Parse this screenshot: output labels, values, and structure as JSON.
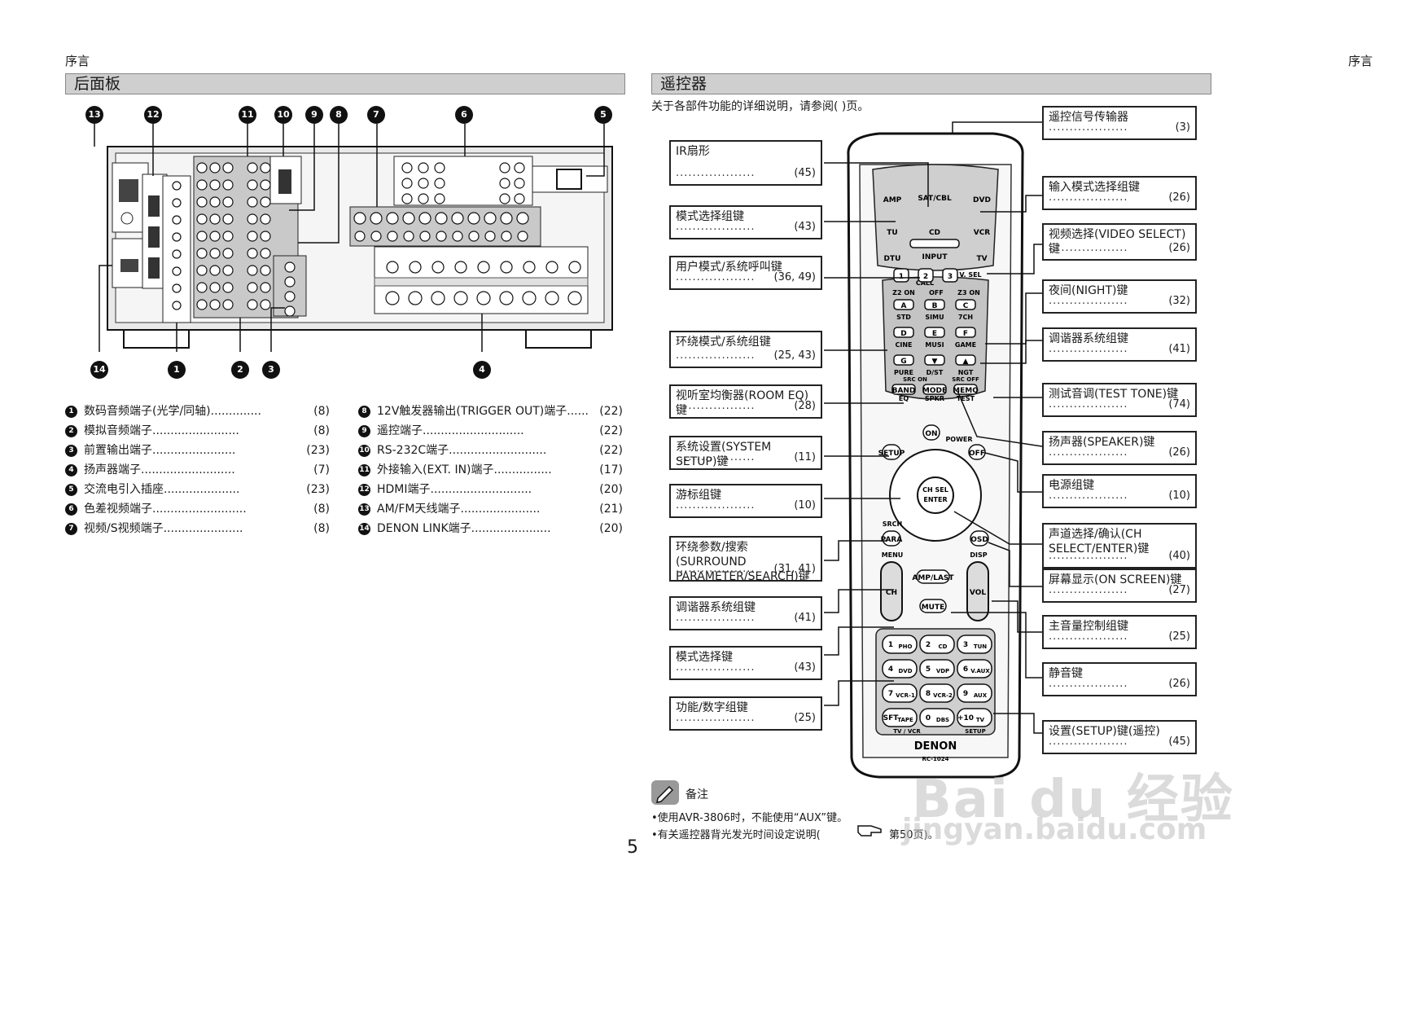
{
  "header": {
    "left_tag": "序言",
    "right_tag": "序言"
  },
  "left_section": {
    "title": "后面板",
    "badges_top": [
      "13",
      "12",
      "11",
      "10",
      "9",
      "8",
      "7",
      "6",
      "5"
    ],
    "badges_bottom": [
      "14",
      "1",
      "2",
      "3",
      "4"
    ],
    "legend_left": [
      {
        "num": "1",
        "label": "数码音频端子(光学/同轴)",
        "dots": "..............",
        "page": "(8)"
      },
      {
        "num": "2",
        "label": "模拟音频端子",
        "dots": "........................",
        "page": "(8)"
      },
      {
        "num": "3",
        "label": "前置输出端子",
        "dots": ".......................",
        "page": "(23)"
      },
      {
        "num": "4",
        "label": "扬声器端子",
        "dots": "..........................",
        "page": "(7)"
      },
      {
        "num": "5",
        "label": "交流电引入插座",
        "dots": ".....................",
        "page": "(23)"
      },
      {
        "num": "6",
        "label": "色差视频端子",
        "dots": "..........................",
        "page": "(8)"
      },
      {
        "num": "7",
        "label": "视频/S视频端子",
        "dots": "......................",
        "page": "(8)"
      }
    ],
    "legend_right": [
      {
        "num": "8",
        "label": "12V触发器输出(TRIGGER OUT)端子",
        "dots": "......",
        "page": "(22)"
      },
      {
        "num": "9",
        "label": "遥控端子",
        "dots": "............................",
        "page": "(22)"
      },
      {
        "num": "10",
        "label": "RS-232C端子",
        "dots": "...........................",
        "page": "(22)"
      },
      {
        "num": "11",
        "label": "外接输入(EXT. IN)端子",
        "dots": "................",
        "page": "(17)"
      },
      {
        "num": "12",
        "label": "HDMI端子",
        "dots": "............................",
        "page": "(20)"
      },
      {
        "num": "13",
        "label": "AM/FM天线端子",
        "dots": "......................",
        "page": "(21)"
      },
      {
        "num": "14",
        "label": "DENON LINK端子",
        "dots": "......................",
        "page": "(20)"
      }
    ]
  },
  "right_section": {
    "title": "遥控器",
    "intro": "关于各部件功能的详细说明，请参阅(    )页。",
    "callouts_left": [
      {
        "label": "IR扇形",
        "page": "(45)"
      },
      {
        "label": "模式选择组键",
        "page": "(43)"
      },
      {
        "label": "用户模式/系统呼叫键",
        "page": "(36, 49)"
      },
      {
        "label": "环绕模式/系统组键",
        "page": "(25, 43)"
      },
      {
        "label": "视听室均衡器(ROOM EQ)键",
        "page": "(28)"
      },
      {
        "label": "系统设置(SYSTEM SETUP)键",
        "page": "(11)"
      },
      {
        "label": "游标组键",
        "page": "(10)"
      },
      {
        "label": "环绕参数/搜索(SURROUND PARAMETER/SEARCH)键",
        "page": "(31, 41)"
      },
      {
        "label": "调谐器系统组键",
        "page": "(41)"
      },
      {
        "label": "模式选择键",
        "page": "(43)"
      },
      {
        "label": "功能/数字组键",
        "page": "(25)"
      }
    ],
    "callouts_right": [
      {
        "label": "遥控信号传输器",
        "page": "(3)"
      },
      {
        "label": "输入模式选择组键",
        "page": "(26)"
      },
      {
        "label": "视频选择(VIDEO SELECT)键",
        "page": "(26)"
      },
      {
        "label": "夜间(NIGHT)键",
        "page": "(32)"
      },
      {
        "label": "调谐器系统组键",
        "page": "(41)"
      },
      {
        "label": "测试音调(TEST TONE)键",
        "page": "(74)"
      },
      {
        "label": "扬声器(SPEAKER)键",
        "page": "(26)"
      },
      {
        "label": "电源组键",
        "page": "(10)"
      },
      {
        "label": "声道选择/确认(CH SELECT/ENTER)键",
        "page": "(40)"
      },
      {
        "label": "屏幕显示(ON SCREEN)键",
        "page": "(27)"
      },
      {
        "label": "主音量控制组键",
        "page": "(25)"
      },
      {
        "label": "静音键",
        "page": "(26)"
      },
      {
        "label": "设置(SETUP)键(遥控)",
        "page": "(45)"
      }
    ],
    "remote": {
      "brand": "DENON",
      "model": "RC-1024",
      "mode_keys": [
        "AMP",
        "SAT/CBL",
        "DVD",
        "TU",
        "CD",
        "VCR",
        "DTU",
        "INPUT",
        "TV"
      ],
      "call_label": "CALL",
      "call_keys": [
        "1",
        "2",
        "3"
      ],
      "vsel": "V. SEL",
      "zone_labels": [
        "Z2 ON",
        "OFF",
        "Z3 ON"
      ],
      "surround_keys": [
        {
          "k": "A",
          "l": "STD"
        },
        {
          "k": "B",
          "l": "SIMU"
        },
        {
          "k": "C",
          "l": "7CH"
        },
        {
          "k": "D",
          "l": "CINE"
        },
        {
          "k": "E",
          "l": "MUSI"
        },
        {
          "k": "F",
          "l": "GAME"
        },
        {
          "k": "G",
          "l": "PURE"
        },
        {
          "k": "▼",
          "l": "D/ST"
        },
        {
          "k": "▲",
          "l": "NGT"
        }
      ],
      "src_labels": [
        "SRC ON",
        "SRC OFF"
      ],
      "band_eq": [
        "BAND",
        "EQ"
      ],
      "mode_spkr": [
        "MODE",
        "SPKR"
      ],
      "memo_test": [
        "MEMO",
        "TEST"
      ],
      "power_labels": [
        "ON",
        "POWER",
        "OFF"
      ],
      "setup_btn": "SETUP",
      "ch_sel": "CH SEL",
      "enter": "ENTER",
      "srch": "SRCH",
      "para": "PARA",
      "menu": "MENU",
      "osd": "OSD",
      "disp": "DISP",
      "ch": "CH",
      "vol": "VOL",
      "amp_last": "AMP/LAST",
      "mute": "MUTE",
      "numpad": [
        {
          "n": "1",
          "l": "PHO"
        },
        {
          "n": "2",
          "l": "CD"
        },
        {
          "n": "3",
          "l": "TUN"
        },
        {
          "n": "4",
          "l": "DVD"
        },
        {
          "n": "5",
          "l": "VDP"
        },
        {
          "n": "6",
          "l": "V.AUX"
        },
        {
          "n": "7",
          "l": "VCR-1"
        },
        {
          "n": "8",
          "l": "VCR-2"
        },
        {
          "n": "9",
          "l": "AUX"
        },
        {
          "n": "SFT",
          "l": "TAPE"
        },
        {
          "n": "0",
          "l": "DBS"
        },
        {
          "n": "+10",
          "l": "TV"
        }
      ],
      "tv_vcr": "TV / VCR",
      "setup_bottom": "SETUP"
    },
    "note": {
      "title": "备注",
      "lines": [
        "•使用AVR-3806时，不能使用“AUX”键。",
        "•有关遥控器背光发光时间设定说明(",
        "第50页)。"
      ]
    }
  },
  "page_number": "5",
  "watermark": {
    "top": "Bai du 经验",
    "bottom": "jingyan.baidu.com"
  }
}
